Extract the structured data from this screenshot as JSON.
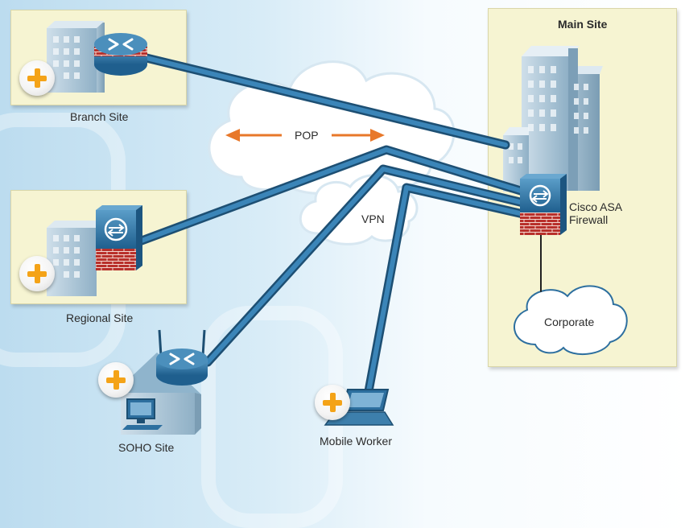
{
  "sites": {
    "branch": "Branch Site",
    "regional": "Regional Site",
    "soho": "SOHO Site",
    "mobile": "Mobile Worker",
    "main": "Main Site"
  },
  "clouds": {
    "pop": "POP",
    "vpn": "VPN",
    "corporate": "Corporate"
  },
  "firewall": {
    "line1": "Cisco ASA",
    "line2": "Firewall"
  },
  "colors": {
    "link": "#2d6f9f",
    "panel": "#f6f4d2",
    "accent": "#f4a318",
    "arrow": "#e8782a"
  },
  "icons": [
    "router-icon",
    "firewall-icon",
    "building-icon",
    "laptop-icon",
    "cloud-icon",
    "plus-icon"
  ]
}
